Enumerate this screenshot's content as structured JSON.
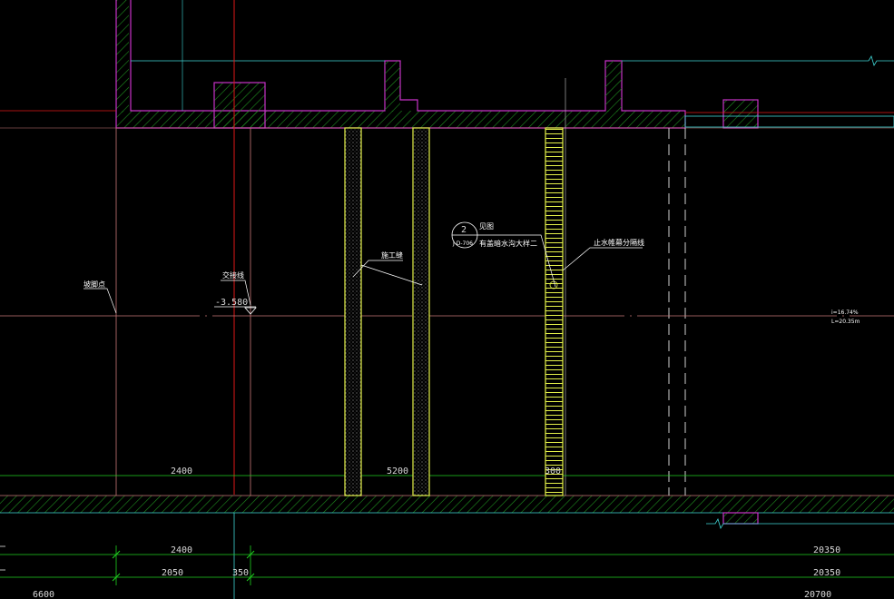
{
  "drawing": {
    "colors": {
      "background": "#000000",
      "wall": "#c832c8",
      "hatch": "#1f8f1f",
      "axis_red": "#e01818",
      "level_line": "#c87878",
      "dim_green": "#1fd11f",
      "cyan": "#3fd6d6",
      "yellow": "#e6f24a",
      "white": "#ffffff"
    },
    "labels": {
      "axis_label": "坡脚点",
      "excavation_line": "交接线",
      "elevation": "-3.580",
      "waterstop_strip": "施工缝",
      "detail_number": "2",
      "detail_ref": "见图",
      "detail_sheet": "J-D-706",
      "detail_desc": "有盖暗水沟大样二",
      "pile_label": "止水帷幕分隔线",
      "slope_ratio": "i=16.74%",
      "slope_length": "L=20.35m"
    },
    "dims": {
      "row1": [
        "2400",
        "5200",
        "300"
      ],
      "row2": [
        "2400",
        "20350"
      ],
      "row3": [
        "2050",
        "350",
        "20350"
      ],
      "row4": [
        "6600",
        "20700"
      ]
    }
  }
}
